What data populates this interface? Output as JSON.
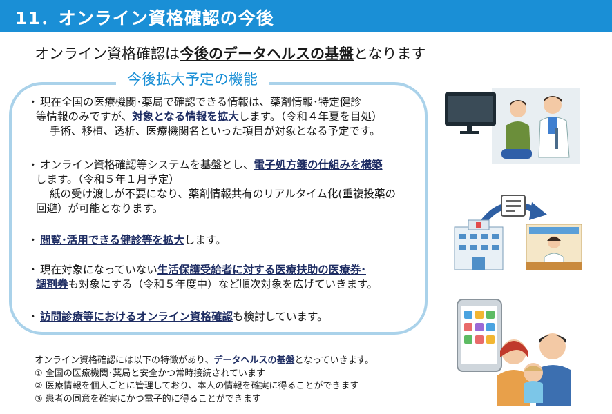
{
  "header": {
    "title": "11．オンライン資格確認の今後",
    "bar_color": "#1a8fd6"
  },
  "subtitle": {
    "prefix": "オンライン資格確認は",
    "emphasis": "今後のデータヘルスの基盤",
    "suffix": "となります"
  },
  "panel": {
    "label": "今後拡大予定の機能",
    "border_color": "#aad2ea",
    "bullets": [
      {
        "dot": "・",
        "l1": "現在全国の医療機関･薬局で確認できる情報は、薬剤情報･特定健診",
        "l2a": "等情報のみですが、",
        "l2b": "対象となる情報を拡大",
        "l2c": "します。（令和４年夏を目処）",
        "l3": "手術、移植、透析、医療機関名といった項目が対象となる予定です。"
      },
      {
        "dot": "・",
        "l1a": "オンライン資格確認等システムを基盤とし、",
        "l1b": "電子処方箋の仕組みを構築",
        "l2": "します。（令和５年１月予定）",
        "l3": "紙の受け渡しが不要になり、薬剤情報共有のリアルタイム化(重複投薬の",
        "l4": "回避）が可能となります。"
      },
      {
        "dot": "・",
        "l1a": "閲覧･活用できる健診等を拡大",
        "l1b": "します。"
      },
      {
        "dot": "・",
        "l1a": "現在対象になっていない",
        "l1b": "生活保護受給者に対する医療扶助の医療券･",
        "l2a": "調剤券",
        "l2b": "も対象にする（令和５年度中）など順次対象を広げていきます。"
      },
      {
        "dot": "・",
        "l1a": "訪問診療等におけるオンライン資格確認",
        "l1b": "も検討しています。"
      }
    ]
  },
  "features": {
    "intro_a": "オンライン資格確認には以下の特徴があり、",
    "intro_b": "データヘルスの基盤",
    "intro_c": "となっていきます。",
    "items": [
      "①  全国の医療機関･薬局と安全かつ常時接続されています",
      "②  医療情報を個人ごとに管理しており、本人の情報を確実に得ることができます",
      "③  患者の同意を確実にかつ電子的に得ることができます"
    ]
  },
  "illustrations": {
    "top": "doctor-consultation-icon",
    "middle": "hospital-to-pharmacy-icon",
    "bottom": "smartphone-family-icon"
  }
}
